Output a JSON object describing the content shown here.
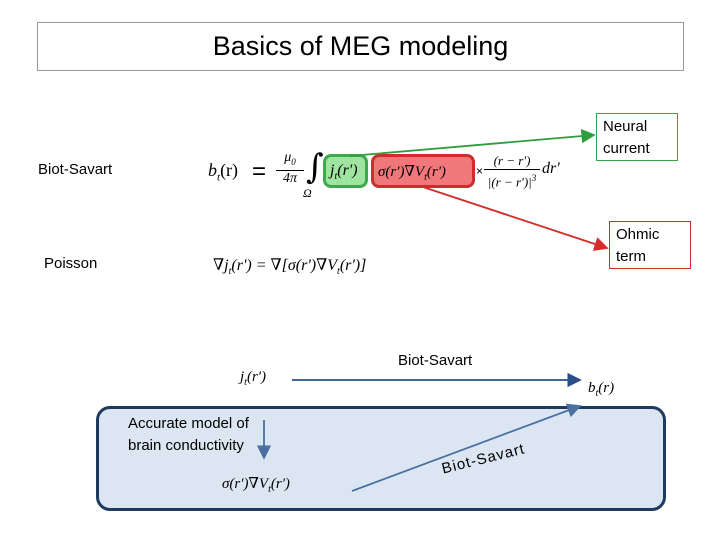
{
  "title": "Basics of MEG modeling",
  "labels": {
    "biot_savart_row": "Biot-Savart",
    "poisson_row": "Poisson",
    "biot_savart_arrow": "Biot-Savart",
    "biot_savart_diag": "Biot-Savart",
    "panel_text": "Accurate model of brain conductivity"
  },
  "callouts": {
    "neural_current": "Neural current",
    "ohmic_term": "Ohmic term"
  },
  "equations": {
    "biot_savart_lhs": "b",
    "biot_savart_lhs_sub": "t",
    "biot_savart_lhs_arg": "(r)",
    "mu_frac_num": "μ",
    "mu_sub": "0",
    "mu_frac_den": "4π",
    "integral_domain": "Ω",
    "neural_term": "j",
    "neural_term_sub": "t",
    "neural_term_arg": "(r')",
    "ohmic_term": "σ(r')∇V",
    "ohmic_term_sub": "t",
    "ohmic_term_arg": "(r')",
    "kernel_num": "(r − r')",
    "kernel_den": "|(r − r')|",
    "kernel_pow": "3",
    "differential": "dr'",
    "poisson": "∇j",
    "poisson_sub": "t",
    "poisson_rest": "(r') = ∇[σ(r')∇V",
    "poisson_sub2": "t",
    "poisson_end": "(r')]",
    "flow_source": "j",
    "flow_source_sub": "t",
    "flow_source_arg": "(r')",
    "flow_target": "b",
    "flow_target_sub": "t",
    "flow_target_arg": "(r)",
    "flow_model": "σ(r')∇V",
    "flow_model_sub": "t",
    "flow_model_arg": "(r')"
  },
  "colors": {
    "green_arrow": "#2e9e3e",
    "red_arrow": "#d42b2b",
    "blue_arrow": "#2a4f86",
    "panel_fill": "#dbe6f2",
    "panel_border": "#1f3a5f"
  }
}
